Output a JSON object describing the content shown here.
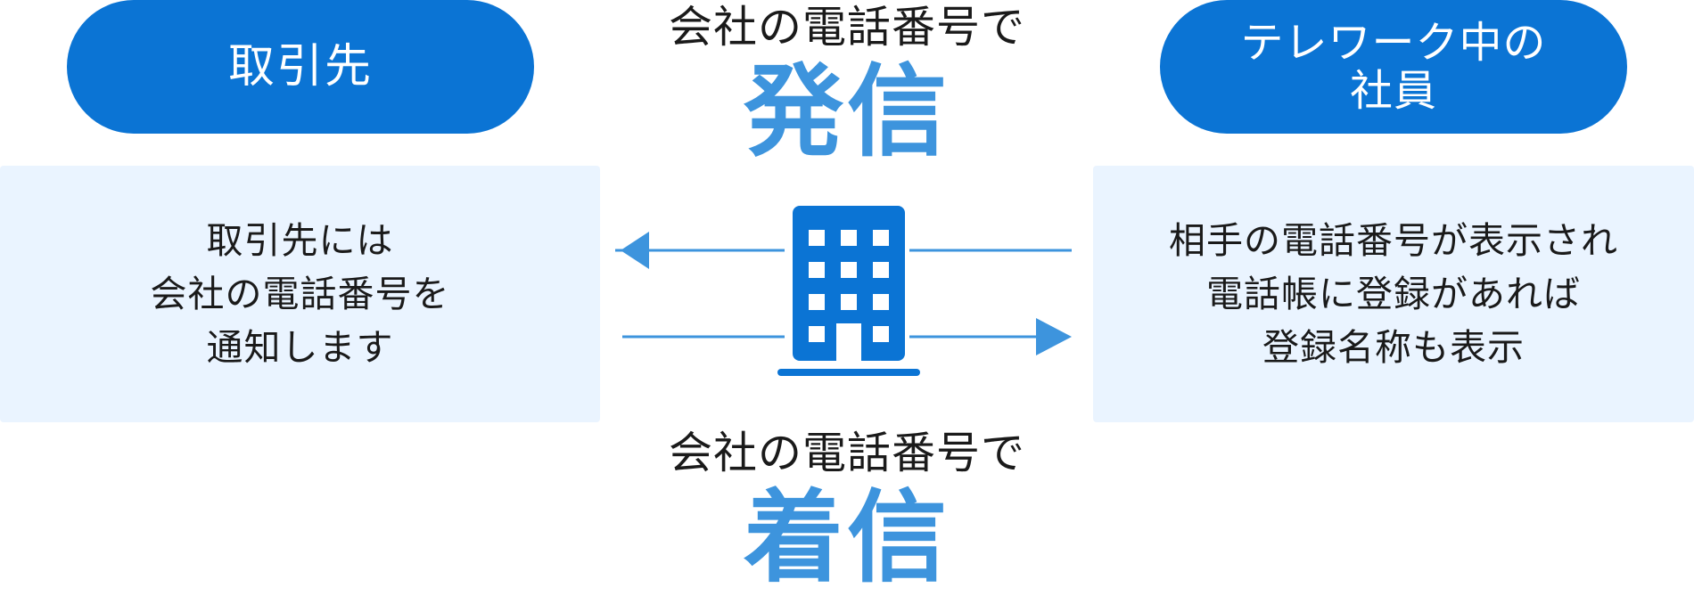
{
  "left_pill": {
    "label": "取引先"
  },
  "right_pill": {
    "lines": [
      "テレワーク中の",
      "社員"
    ]
  },
  "left_info": {
    "lines": [
      "取引先には",
      "会社の電話番号を",
      "通知します"
    ]
  },
  "right_info": {
    "lines": [
      "相手の電話番号が表示され",
      "電話帳に登録があれば",
      "登録名称も表示"
    ]
  },
  "top": {
    "caption": "会社の電話番号で",
    "big": "発信"
  },
  "bottom": {
    "caption": "会社の電話番号で",
    "big": "着信"
  },
  "colors": {
    "pill_blue": "#0b74d4",
    "accent_blue": "#3d94dd",
    "box_background": "#eaf4ff",
    "building_blue": "#0b74d4"
  },
  "icons": {
    "building": "office-building-icon",
    "arrow_left": "arrow-left-icon",
    "arrow_right": "arrow-right-icon"
  }
}
